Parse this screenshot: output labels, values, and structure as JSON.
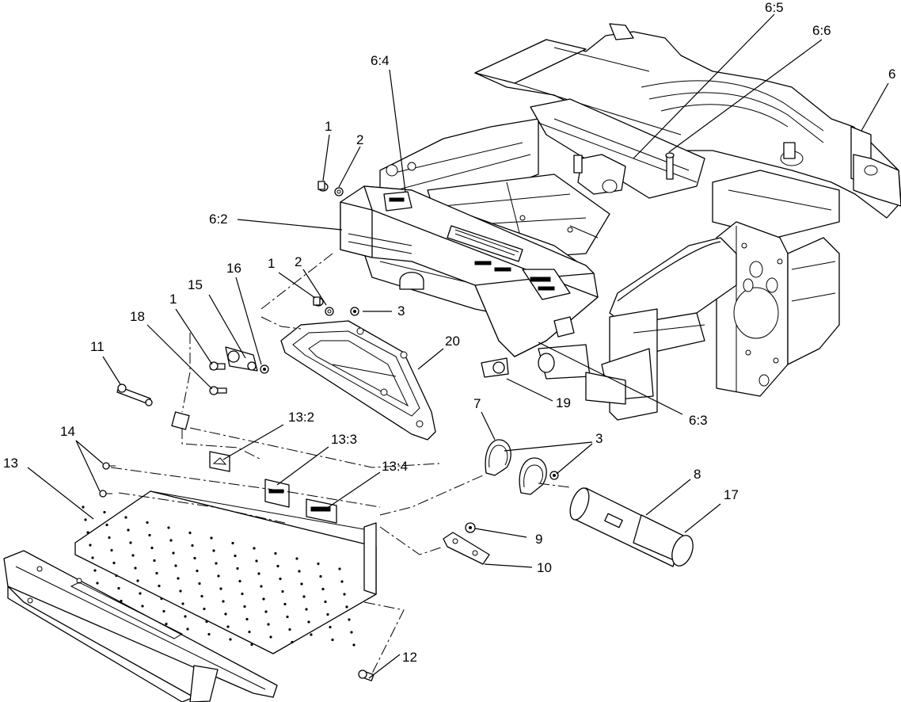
{
  "callouts": {
    "c1a": "1",
    "c2a": "2",
    "c6_4": "6:4",
    "c6_5": "6:5",
    "c6_6": "6:6",
    "c6": "6",
    "c6_2": "6:2",
    "c1b": "1",
    "c2b": "2",
    "c3a": "3",
    "c16": "16",
    "c15": "15",
    "c1c": "1",
    "c18": "18",
    "c11": "11",
    "c20": "20",
    "c19": "19",
    "c6_3": "6:3",
    "c7": "7",
    "c3b": "3",
    "c13_2": "13:2",
    "c13_3": "13:3",
    "c13_4": "13:4",
    "c14": "14",
    "c13": "13",
    "c8": "8",
    "c17": "17",
    "c9": "9",
    "c10": "10",
    "c12": "12"
  }
}
